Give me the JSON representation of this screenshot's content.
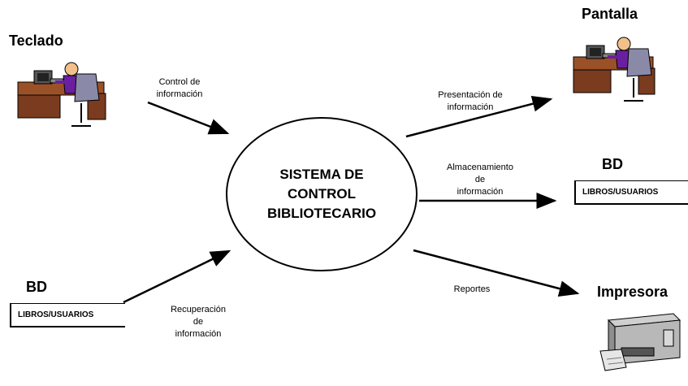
{
  "system": {
    "title_line1": "SISTEMA DE",
    "title_line2": "CONTROL",
    "title_line3": "BIBLIOTECARIO"
  },
  "entities": {
    "keyboard": "Teclado",
    "screen": "Pantalla",
    "printer": "Impresora",
    "db_in_label": "BD",
    "db_in_name": "LIBROS/USUARIOS",
    "db_out_label": "BD",
    "db_out_name": "LIBROS/USUARIOS"
  },
  "flows": {
    "control_line1": "Control de",
    "control_line2": "información",
    "presentation_line1": "Presentación de",
    "presentation_line2": "información",
    "storage_line1": "Almacenamiento",
    "storage_line2": "de",
    "storage_line3": "información",
    "reports": "Reportes",
    "retrieval_line1": "Recuperación",
    "retrieval_line2": "de",
    "retrieval_line3": "información"
  }
}
